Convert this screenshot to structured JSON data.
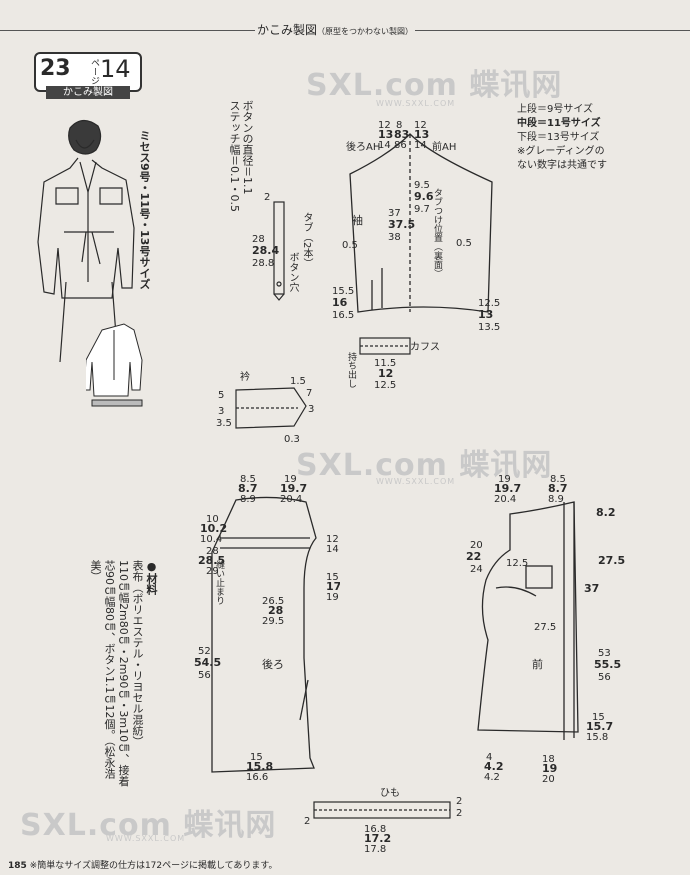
{
  "header": {
    "title": "かこみ製図",
    "subtitle": "（原型をつかわない製図）"
  },
  "badge": {
    "page_num": "23",
    "page_label": "ページ",
    "item_no": "14",
    "caption": "かこみ製図"
  },
  "model_caption": "ミセス9号・11号・13号サイズ",
  "watermark": {
    "logo": "SXL.com 蝶讯网",
    "url": "WWW.SXXL.COM"
  },
  "size_legend": [
    "上段＝9号サイズ",
    "中段＝11号サイズ",
    "下段＝13号サイズ",
    "※グレーディングの",
    "ない数字は共通です"
  ],
  "button_note": [
    "ボタンの直径＝1.1",
    "ステッチ幅＝0.1・0.5"
  ],
  "materials": {
    "title": "●材料",
    "lines": [
      "表布（ポリエステル・リヨセル混紡）",
      "110㎝幅2m80㎝・2m90㎝・3m10㎝、接着",
      "芯90㎝幅80㎝、ボタン1.1㎝12個。（松永浩美）"
    ]
  },
  "footer": {
    "page": "185",
    "note": "※簡単なサイズ調整の仕方は172ページに掲載してあります。"
  },
  "sleeve": {
    "label": "袖",
    "back_ah": "後ろAH",
    "front_ah": "前AH",
    "tab_pos": "タブつけ位置（裏面）",
    "cuff": "カフス",
    "mochidashi": "持ち出し"
  },
  "tab": {
    "label": "タブ（2本）",
    "buttonhole": "ボタン穴"
  },
  "collar": {
    "label": "衿"
  },
  "back": {
    "label": "後ろ",
    "pleat": "縫い止まり"
  },
  "front": {
    "label": "前"
  },
  "himo": {
    "label": "ひも"
  }
}
